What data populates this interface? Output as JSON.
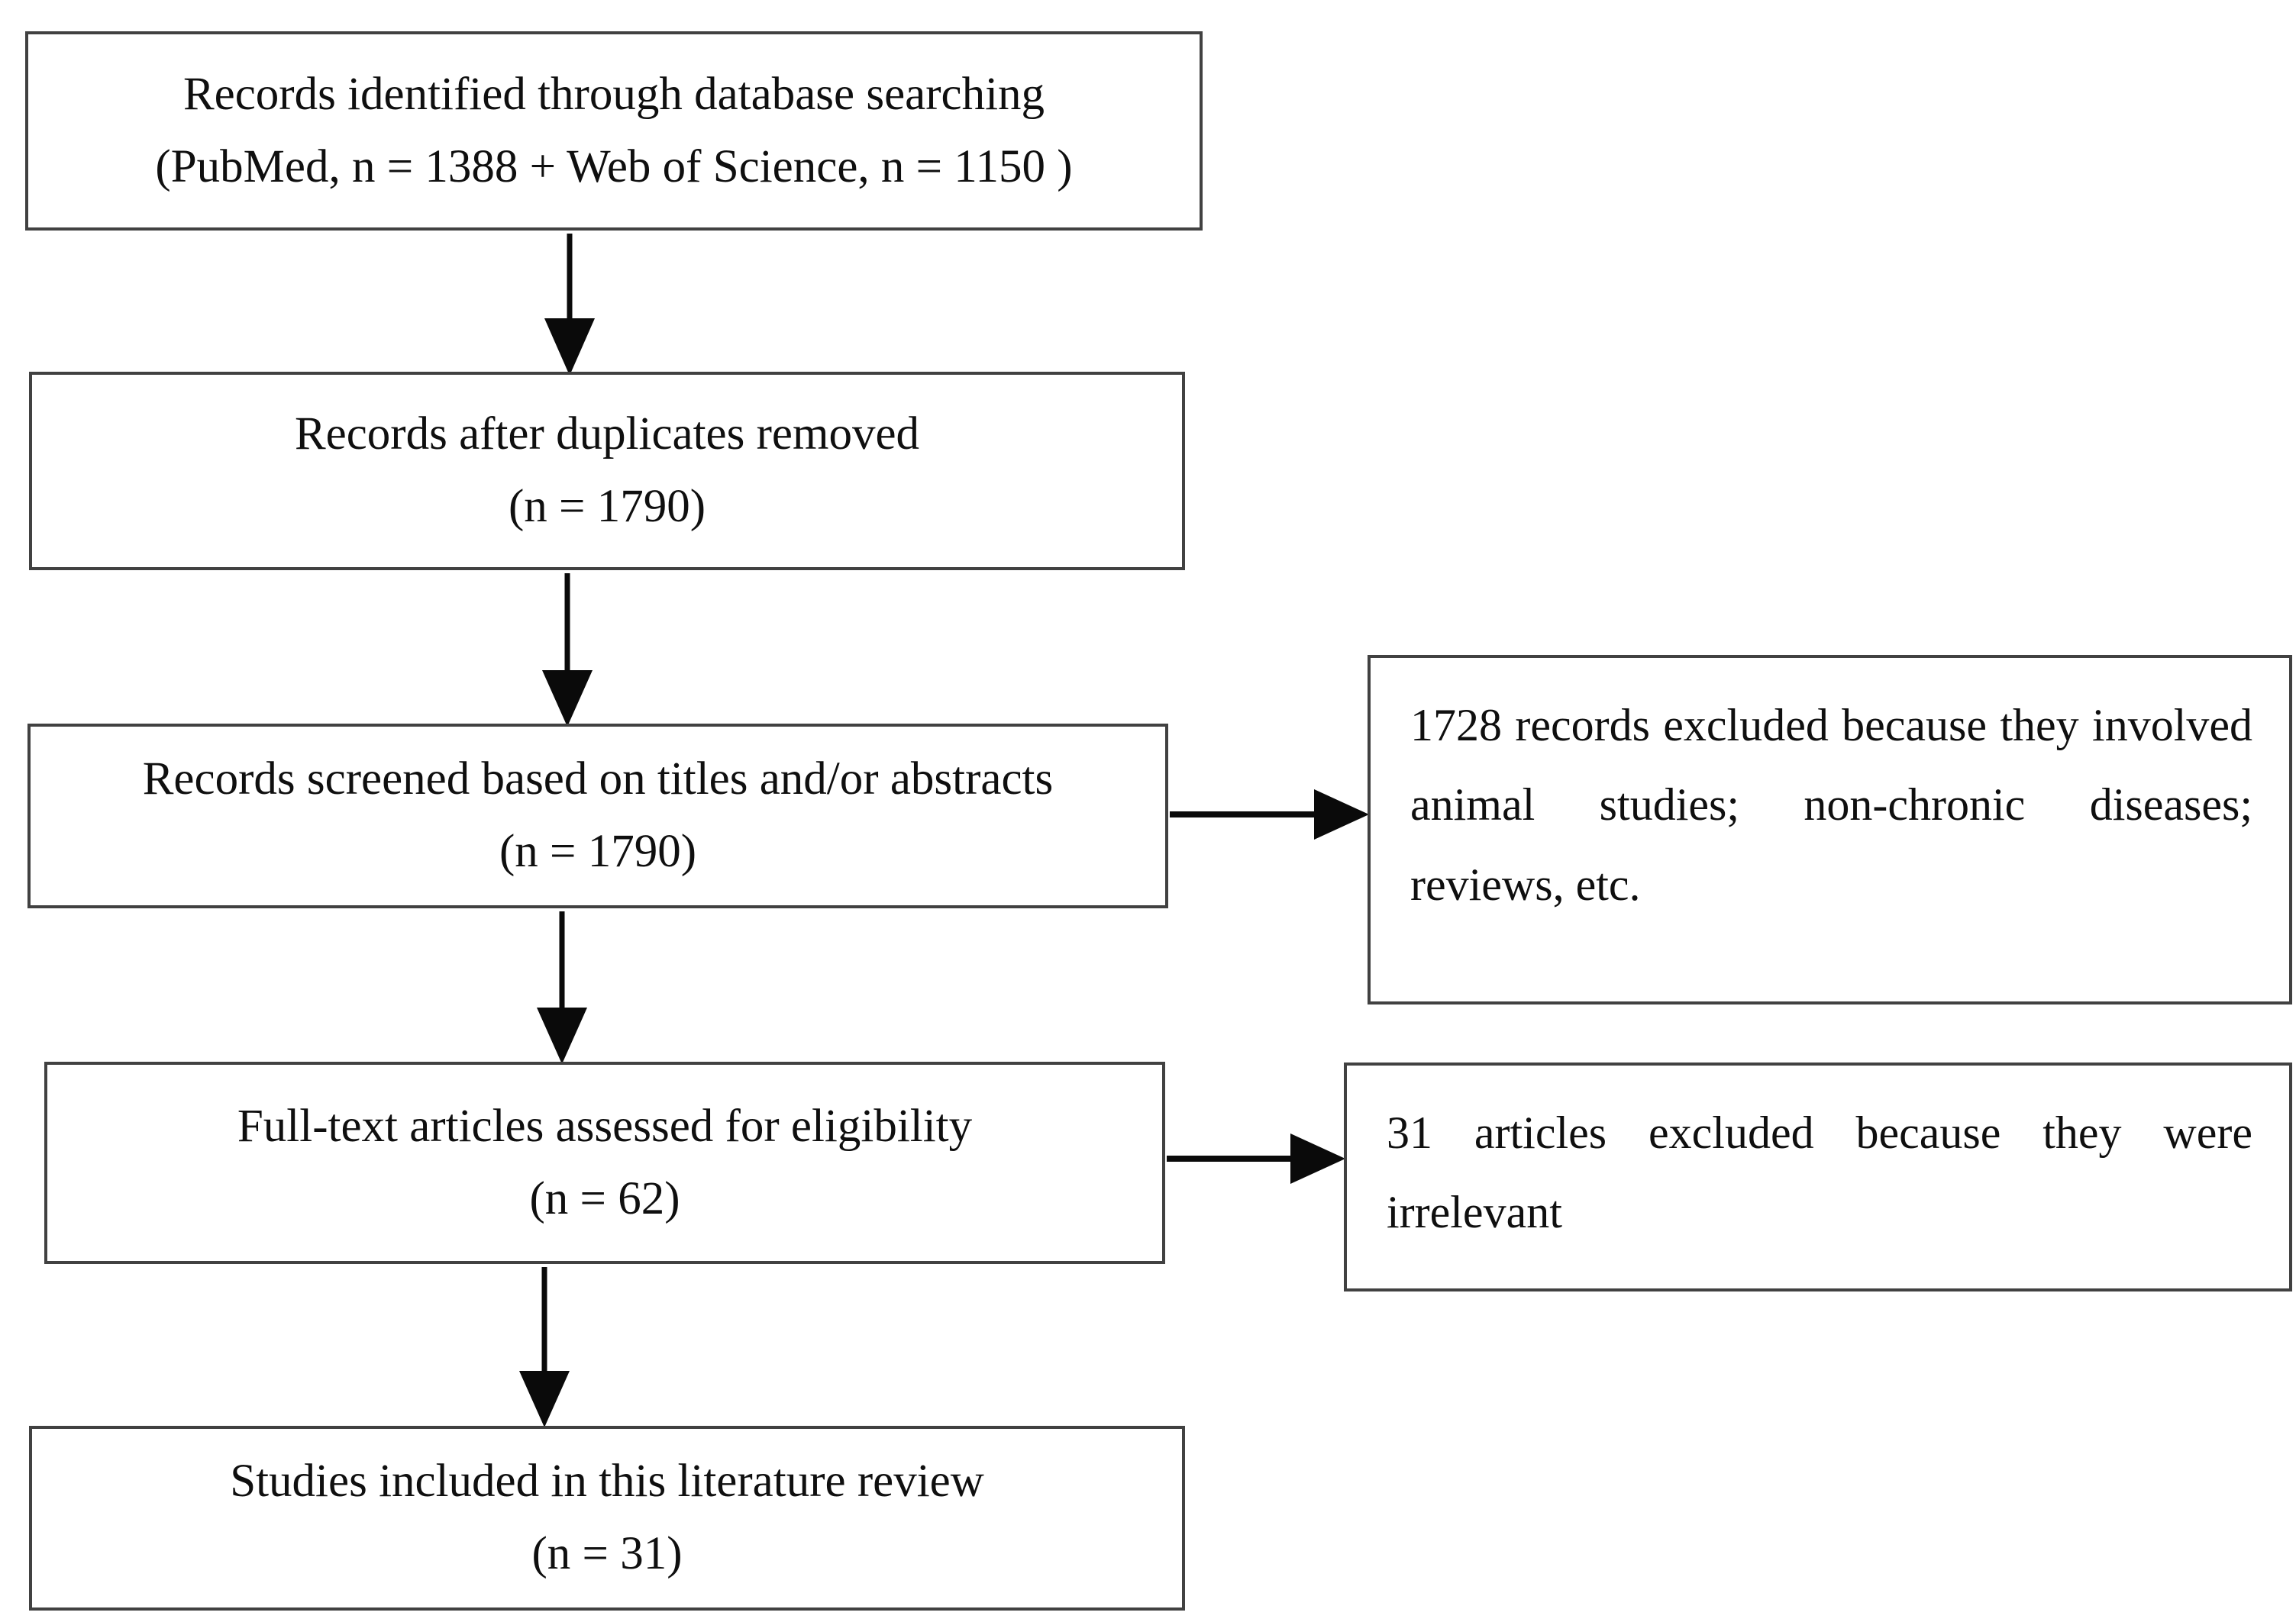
{
  "figure": {
    "type": "prisma-literature-flow-diagram",
    "background": "#ffffff",
    "border_color": "#414141",
    "arrow_color": "#0a0a0a",
    "text_color": "#0f0f0f"
  },
  "boxes": {
    "identification": {
      "label": "Records identified through database searching",
      "count_line": "(PubMed, n = 1388 + Web of Science, n = 1150 )"
    },
    "after_duplicates": {
      "label": "Records after duplicates removed",
      "count_line": "(n = 1790)"
    },
    "screening": {
      "label": "Records screened based on titles and/or abstracts",
      "count_line": "(n = 1790)"
    },
    "full_text": {
      "label": "Full-text articles assessed for eligibility",
      "count_line": "(n = 62)"
    },
    "included": {
      "label": "Studies included in this literature review",
      "count_line": "(n = 31)"
    },
    "excluded_screening": {
      "label": "1728 records excluded because they involved animal studies; non-chronic diseases; reviews, etc."
    },
    "excluded_full_text": {
      "label": "31 articles excluded because they were irrelevant"
    }
  }
}
